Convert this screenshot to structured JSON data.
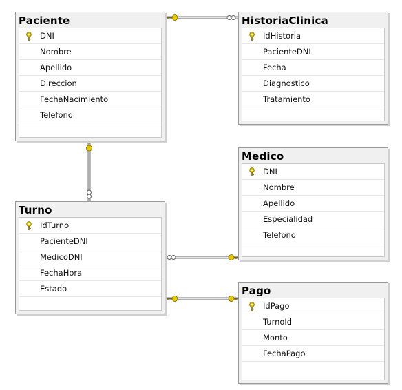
{
  "tables": {
    "paciente": {
      "name": "Paciente",
      "columns": [
        "DNI",
        "Nombre",
        "Apellido",
        "Direccion",
        "FechaNacimiento",
        "Telefono"
      ]
    },
    "historia": {
      "name": "HistoriaClinica",
      "columns": [
        "IdHistoria",
        "PacienteDNI",
        "Fecha",
        "Diagnostico",
        "Tratamiento"
      ]
    },
    "medico": {
      "name": "Medico",
      "columns": [
        "DNI",
        "Nombre",
        "Apellido",
        "Especialidad",
        "Telefono"
      ]
    },
    "turno": {
      "name": "Turno",
      "columns": [
        "IdTurno",
        "PacienteDNI",
        "MedicoDNI",
        "FechaHora",
        "Estado"
      ]
    },
    "pago": {
      "name": "Pago",
      "columns": [
        "IdPago",
        "TurnoId",
        "Monto",
        "FechaPago"
      ]
    }
  },
  "colors": {
    "key": "#e8c800",
    "line": "#888888",
    "header": "#f0f0f0"
  }
}
